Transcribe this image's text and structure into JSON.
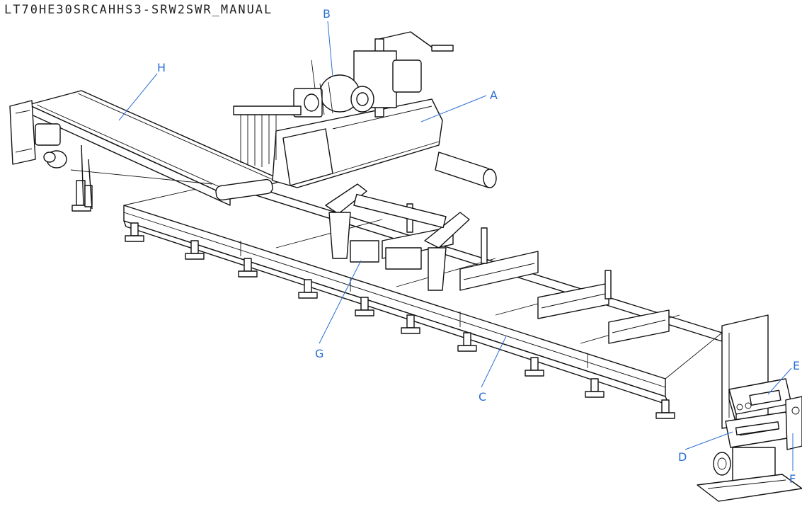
{
  "document": {
    "title": "LT70HE30SRCAHHS3-SRW2SWR_MANUAL"
  },
  "colors": {
    "callout": "#2a6fd6",
    "linework": "#111111",
    "background": "#ffffff"
  },
  "callouts": {
    "a": "A",
    "b": "B",
    "c": "C",
    "d": "D",
    "e": "E",
    "f": "F",
    "g": "G",
    "h": "H"
  }
}
